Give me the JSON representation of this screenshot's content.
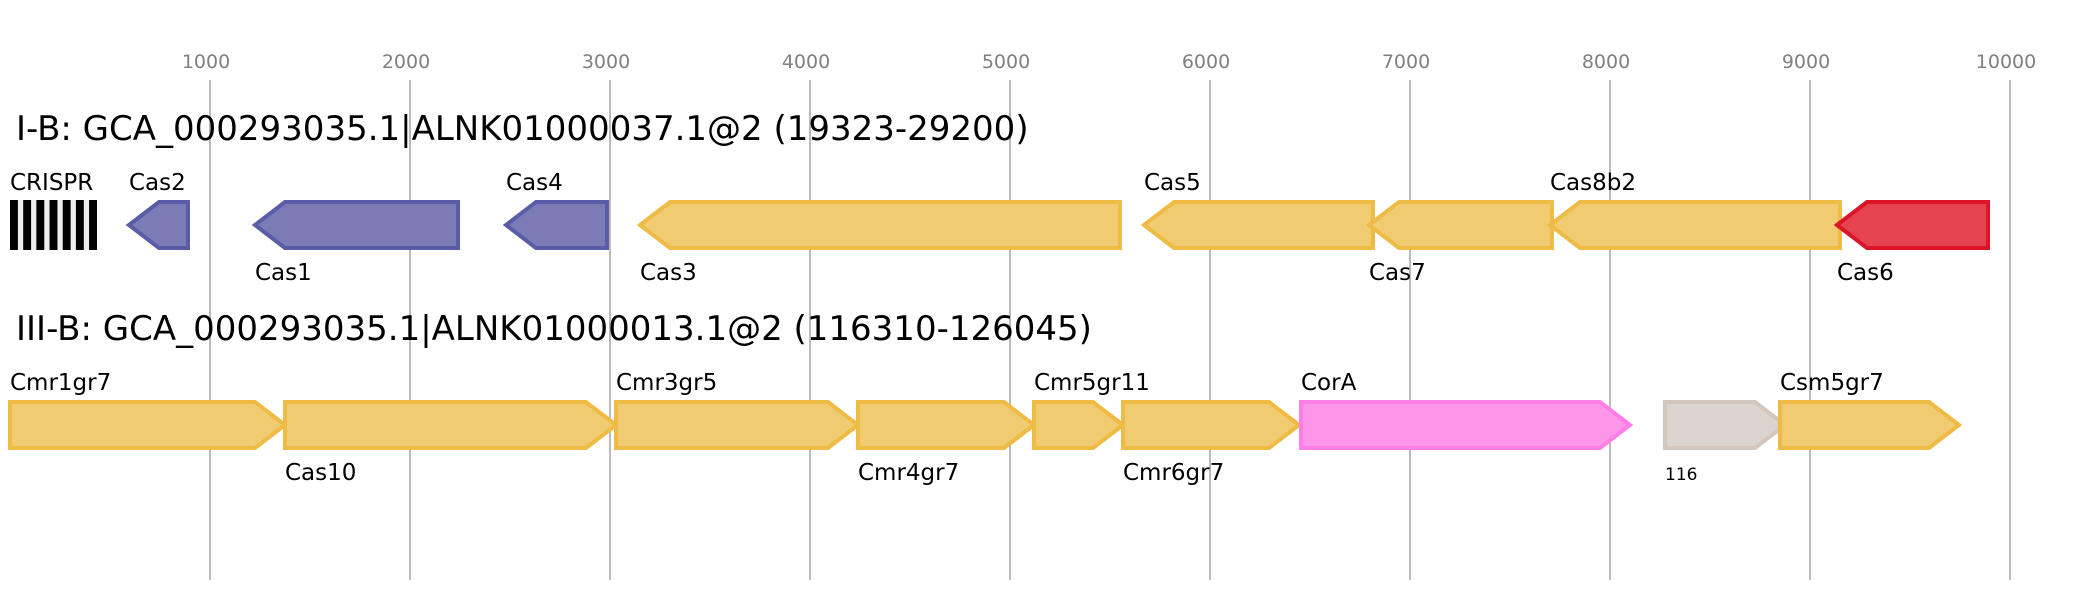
{
  "chart_data": {
    "type": "gene-map",
    "xlim": [
      0,
      10000
    ],
    "ticks": [
      1000,
      2000,
      3000,
      4000,
      5000,
      6000,
      7000,
      8000,
      9000,
      10000
    ],
    "tick_labels": [
      "1000",
      "2000",
      "3000",
      "4000",
      "5000",
      "6000",
      "7000",
      "8000",
      "9000",
      "10000"
    ],
    "grid": true,
    "colors": {
      "adaptation": {
        "fill": "#7b7cb6",
        "stroke": "#5b5ca8"
      },
      "effector": {
        "fill": "#f1cb72",
        "stroke": "#eebb44"
      },
      "processing": {
        "fill": "#e54350",
        "stroke": "#dc1428"
      },
      "other": {
        "fill": "#fd96e8",
        "stroke": "#fc7ee6"
      },
      "unknown": {
        "fill": "#dbd3ce",
        "stroke": "#d2c6bd"
      },
      "crispr_bar": "#000000",
      "crispr_gap": "#eeeeee"
    },
    "loci": [
      {
        "title": "I-B: GCA_000293035.1|ALNK01000037.1@2 (19323-29200)",
        "crispr": {
          "label": "CRISPR",
          "start": 0,
          "end": 435,
          "repeats": 7
        },
        "genes": [
          {
            "name": "Cas2",
            "start": 595,
            "end": 890,
            "strand": "-",
            "class": "adaptation",
            "label_pos": "above"
          },
          {
            "name": "Cas1",
            "start": 1225,
            "end": 2240,
            "strand": "-",
            "class": "adaptation",
            "label_pos": "below"
          },
          {
            "name": "Cas4",
            "start": 2480,
            "end": 2985,
            "strand": "-",
            "class": "adaptation",
            "label_pos": "above"
          },
          {
            "name": "Cas3",
            "start": 3150,
            "end": 5550,
            "strand": "-",
            "class": "effector",
            "label_pos": "below"
          },
          {
            "name": "Cas5",
            "start": 5670,
            "end": 6815,
            "strand": "-",
            "class": "effector",
            "label_pos": "above"
          },
          {
            "name": "Cas7",
            "start": 6795,
            "end": 7710,
            "strand": "-",
            "class": "effector",
            "label_pos": "below"
          },
          {
            "name": "Cas8b2",
            "start": 7700,
            "end": 9150,
            "strand": "-",
            "class": "effector",
            "label_pos": "above"
          },
          {
            "name": "Cas6",
            "start": 9135,
            "end": 9890,
            "strand": "-",
            "class": "processing",
            "label_pos": "below"
          }
        ]
      },
      {
        "title": "III-B: GCA_000293035.1|ALNK01000013.1@2 (116310-126045)",
        "crispr": null,
        "genes": [
          {
            "name": "Cmr1gr7",
            "start": 0,
            "end": 1375,
            "strand": "+",
            "class": "effector",
            "label_pos": "above"
          },
          {
            "name": "Cas10",
            "start": 1375,
            "end": 3030,
            "strand": "+",
            "class": "effector",
            "label_pos": "below"
          },
          {
            "name": "Cmr3gr5",
            "start": 3030,
            "end": 4240,
            "strand": "+",
            "class": "effector",
            "label_pos": "above"
          },
          {
            "name": "Cmr4gr7",
            "start": 4240,
            "end": 5120,
            "strand": "+",
            "class": "effector",
            "label_pos": "below"
          },
          {
            "name": "Cmr5gr11",
            "start": 5120,
            "end": 5565,
            "strand": "+",
            "class": "effector",
            "label_pos": "above"
          },
          {
            "name": "Cmr6gr7",
            "start": 5565,
            "end": 6445,
            "strand": "+",
            "class": "effector",
            "label_pos": "below"
          },
          {
            "name": "CorA",
            "start": 6455,
            "end": 8100,
            "strand": "+",
            "class": "other",
            "label_pos": "above"
          },
          {
            "name": "116",
            "start": 8275,
            "end": 8875,
            "strand": "+",
            "class": "unknown",
            "label_pos": "below",
            "small": true
          },
          {
            "name": "Csm5gr7",
            "start": 8850,
            "end": 9745,
            "strand": "+",
            "class": "effector",
            "label_pos": "above"
          }
        ]
      }
    ]
  }
}
